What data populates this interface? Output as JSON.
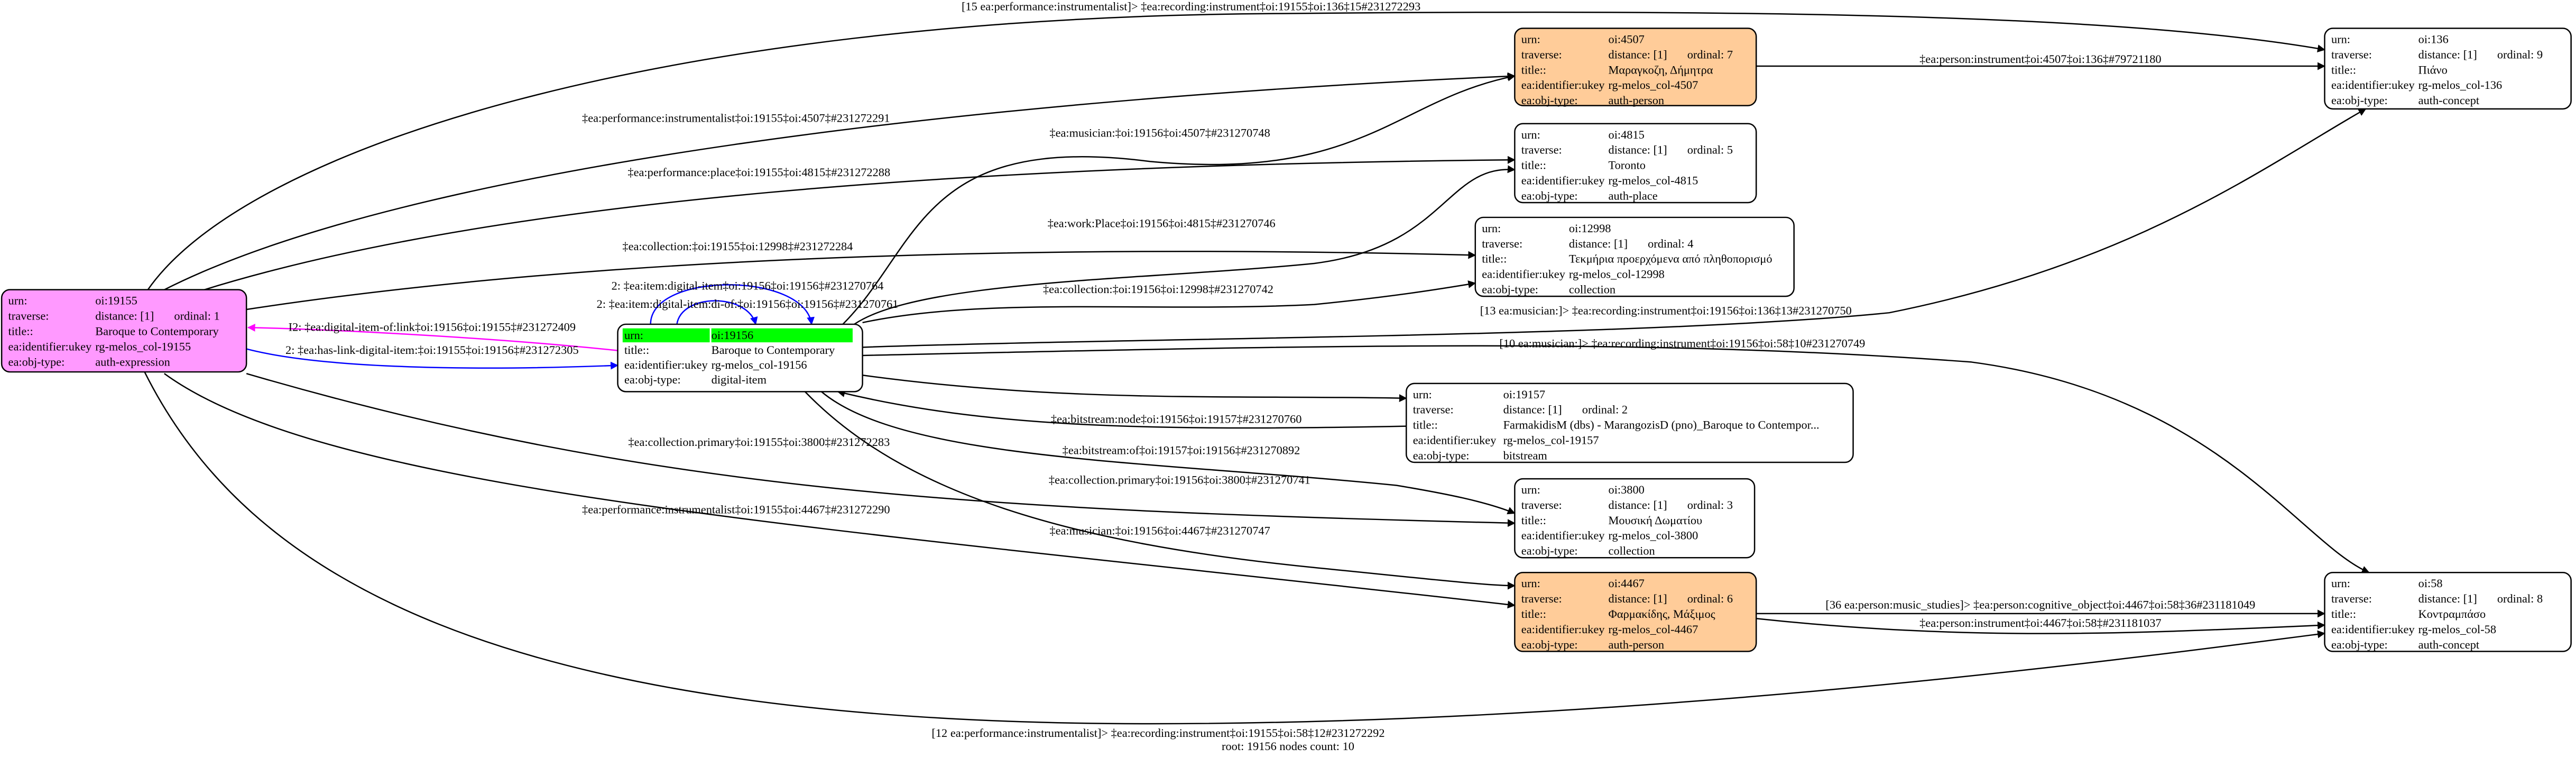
{
  "nodes": [
    {
      "id": "19155",
      "fill": "#ff99ff",
      "urn": "oi:19155",
      "distance": "distance: [1]",
      "ordinal": "ordinal: 1",
      "title": "Baroque to Contemporary",
      "ukey": "rg-melos_col-19155",
      "objtype": "auth-expression"
    },
    {
      "id": "19156",
      "fill": "#ffffff",
      "root": true,
      "highlight": "#00ff00",
      "urn": "oi:19156",
      "title": "Baroque to Contemporary",
      "ukey": "rg-melos_col-19156",
      "objtype": "digital-item"
    },
    {
      "id": "4507",
      "fill": "#ffcc99",
      "urn": "oi:4507",
      "distance": "distance: [1]",
      "ordinal": "ordinal: 7",
      "title": "Μαραγκοζη, Δήμητρα",
      "ukey": "rg-melos_col-4507",
      "objtype": "auth-person"
    },
    {
      "id": "4815",
      "fill": "#ffffff",
      "urn": "oi:4815",
      "distance": "distance: [1]",
      "ordinal": "ordinal: 5",
      "title": "Toronto",
      "ukey": "rg-melos_col-4815",
      "objtype": "auth-place"
    },
    {
      "id": "12998",
      "fill": "#ffffff",
      "urn": "oi:12998",
      "distance": "distance: [1]",
      "ordinal": "ordinal: 4",
      "title": "Τεκμήρια προερχόμενα από πληθοπορισμό",
      "ukey": "rg-melos_col-12998",
      "objtype": "collection"
    },
    {
      "id": "136",
      "fill": "#ffffff",
      "urn": "oi:136",
      "distance": "distance: [1]",
      "ordinal": "ordinal: 9",
      "title": "Πιάνο",
      "ukey": "rg-melos_col-136",
      "objtype": "auth-concept"
    },
    {
      "id": "19157",
      "fill": "#ffffff",
      "urn": "oi:19157",
      "distance": "distance: [1]",
      "ordinal": "ordinal: 2",
      "title": "FarmakidisM (dbs) - MarangozisD (pno)_Baroque to Contempor...",
      "ukey": "rg-melos_col-19157",
      "objtype": "bitstream"
    },
    {
      "id": "3800",
      "fill": "#ffffff",
      "urn": "oi:3800",
      "distance": "distance: [1]",
      "ordinal": "ordinal: 3",
      "title": "Μουσική Δωματίου",
      "ukey": "rg-melos_col-3800",
      "objtype": "collection"
    },
    {
      "id": "4467",
      "fill": "#ffcc99",
      "urn": "oi:4467",
      "distance": "distance: [1]",
      "ordinal": "ordinal: 6",
      "title": "Φαρμακίδης, Μάξιμος",
      "ukey": "rg-melos_col-4467",
      "objtype": "auth-person"
    },
    {
      "id": "58",
      "fill": "#ffffff",
      "urn": "oi:58",
      "distance": "distance: [1]",
      "ordinal": "ordinal: 8",
      "title": "Κοντραμπάσο",
      "ukey": "rg-melos_col-58",
      "objtype": "auth-concept"
    }
  ],
  "row_labels": {
    "urn": "urn:",
    "traverse": "traverse:",
    "title": "title::",
    "ukey": "ea:identifier:ukey",
    "objtype": "ea:obj-type:"
  },
  "edges": [
    {
      "from": "19155",
      "to": "136",
      "label": "[15 ea:performance:instrumentalist]> ‡ea:recording:instrument‡oi:19155‡oi:136‡15#231272293",
      "color": "#000000"
    },
    {
      "from": "19155",
      "to": "4507",
      "label": "‡ea:performance:instrumentalist‡oi:19155‡oi:4507‡#231272291",
      "color": "#000000"
    },
    {
      "from": "19155",
      "to": "4815",
      "label": "‡ea:performance:place‡oi:19155‡oi:4815‡#231272288",
      "color": "#000000"
    },
    {
      "from": "19155",
      "to": "12998",
      "label": "‡ea:collection:‡oi:19155‡oi:12998‡#231272284",
      "color": "#000000"
    },
    {
      "from": "19156",
      "to": "19155",
      "label": "I2: ‡ea:digital-item-of:link‡oi:19156‡oi:19155‡#231272409",
      "color": "#ff00ff"
    },
    {
      "from": "19155",
      "to": "19156",
      "label": "2: ‡ea:has-link-digital-item:‡oi:19155‡oi:19156‡#231272305",
      "color": "#0000ff"
    },
    {
      "from": "19155",
      "to": "3800",
      "label": "‡ea:collection.primary‡oi:19155‡oi:3800‡#231272283",
      "color": "#000000"
    },
    {
      "from": "19155",
      "to": "4467",
      "label": "‡ea:performance:instrumentalist‡oi:19155‡oi:4467‡#231272290",
      "color": "#000000"
    },
    {
      "from": "19155",
      "to": "58",
      "label": "[12 ea:performance:instrumentalist]> ‡ea:recording:instrument‡oi:19155‡oi:58‡12#231272292",
      "color": "#000000"
    },
    {
      "from": "19156",
      "to": "19156",
      "label": "2: ‡ea:item:digital-item‡oi:19156‡oi:19156‡#231270764",
      "color": "#0000ff"
    },
    {
      "from": "19156",
      "to": "19156",
      "label": "2: ‡ea:item:digital-item:di-of:‡oi:19156‡oi:19156‡#231270761",
      "color": "#0000ff"
    },
    {
      "from": "19156",
      "to": "4507",
      "label": "‡ea:musician:‡oi:19156‡oi:4507‡#231270748",
      "color": "#000000"
    },
    {
      "from": "19156",
      "to": "4815",
      "label": "‡ea:work:Place‡oi:19156‡oi:4815‡#231270746",
      "color": "#000000"
    },
    {
      "from": "19156",
      "to": "12998",
      "label": "‡ea:collection:‡oi:19156‡oi:12998‡#231270742",
      "color": "#000000"
    },
    {
      "from": "19156",
      "to": "136",
      "label": "[13 ea:musician:]> ‡ea:recording:instrument‡oi:19156‡oi:136‡13#231270750",
      "color": "#000000"
    },
    {
      "from": "19156",
      "to": "58",
      "label": "[10 ea:musician:]> ‡ea:recording:instrument‡oi:19156‡oi:58‡10#231270749",
      "color": "#000000"
    },
    {
      "from": "19156",
      "to": "19157",
      "label": "‡ea:bitstream:node‡oi:19156‡oi:19157‡#231270760",
      "color": "#000000"
    },
    {
      "from": "19157",
      "to": "19156",
      "label": "‡ea:bitstream:of‡oi:19157‡oi:19156‡#231270892",
      "color": "#000000"
    },
    {
      "from": "19156",
      "to": "3800",
      "label": "‡ea:collection.primary‡oi:19156‡oi:3800‡#231270741",
      "color": "#000000"
    },
    {
      "from": "19156",
      "to": "4467",
      "label": "‡ea:musician:‡oi:19156‡oi:4467‡#231270747",
      "color": "#000000"
    },
    {
      "from": "4507",
      "to": "136",
      "label": "‡ea:person:instrument‡oi:4507‡oi:136‡#79721180",
      "color": "#000000"
    },
    {
      "from": "4467",
      "to": "58",
      "label": "[36 ea:person:music_studies]> ‡ea:person:cognitive_object‡oi:4467‡oi:58‡36#231181049",
      "color": "#000000"
    },
    {
      "from": "4467",
      "to": "58",
      "label": "‡ea:person:instrument‡oi:4467‡oi:58‡#231181037",
      "color": "#000000"
    }
  ],
  "footer": "root: 19156 nodes count: 10"
}
